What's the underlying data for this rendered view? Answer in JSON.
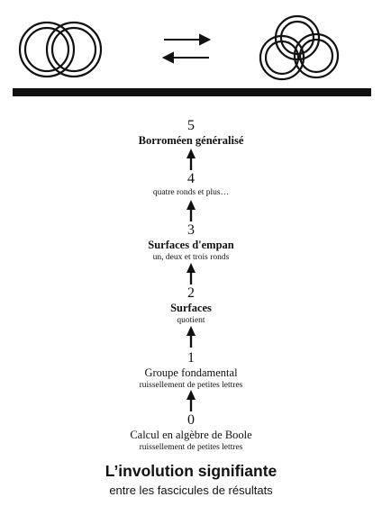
{
  "levels": [
    {
      "number": "5",
      "title": "Borroméen généralisé",
      "subtitle": ""
    },
    {
      "number": "4",
      "title": "",
      "subtitle": "quatre ronds et plus…"
    },
    {
      "number": "3",
      "title": "Surfaces d'empan",
      "subtitle": "un, deux et trois ronds"
    },
    {
      "number": "2",
      "title": "Surfaces",
      "subtitle": "quotient"
    },
    {
      "number": "1",
      "title": "Groupe fondamental",
      "subtitle": "ruissellement de petites lettres"
    },
    {
      "number": "0",
      "title": "Calcul en algèbre de Boole",
      "subtitle": "ruissellement de petites lettres"
    }
  ],
  "caption": {
    "title": "L’involution signifiante",
    "subtitle": "entre les fascicules de résultats"
  },
  "icons": [
    "two-rings-icon",
    "exchange-arrows-icon",
    "borromean-knot-icon",
    "up-arrow-icon"
  ]
}
